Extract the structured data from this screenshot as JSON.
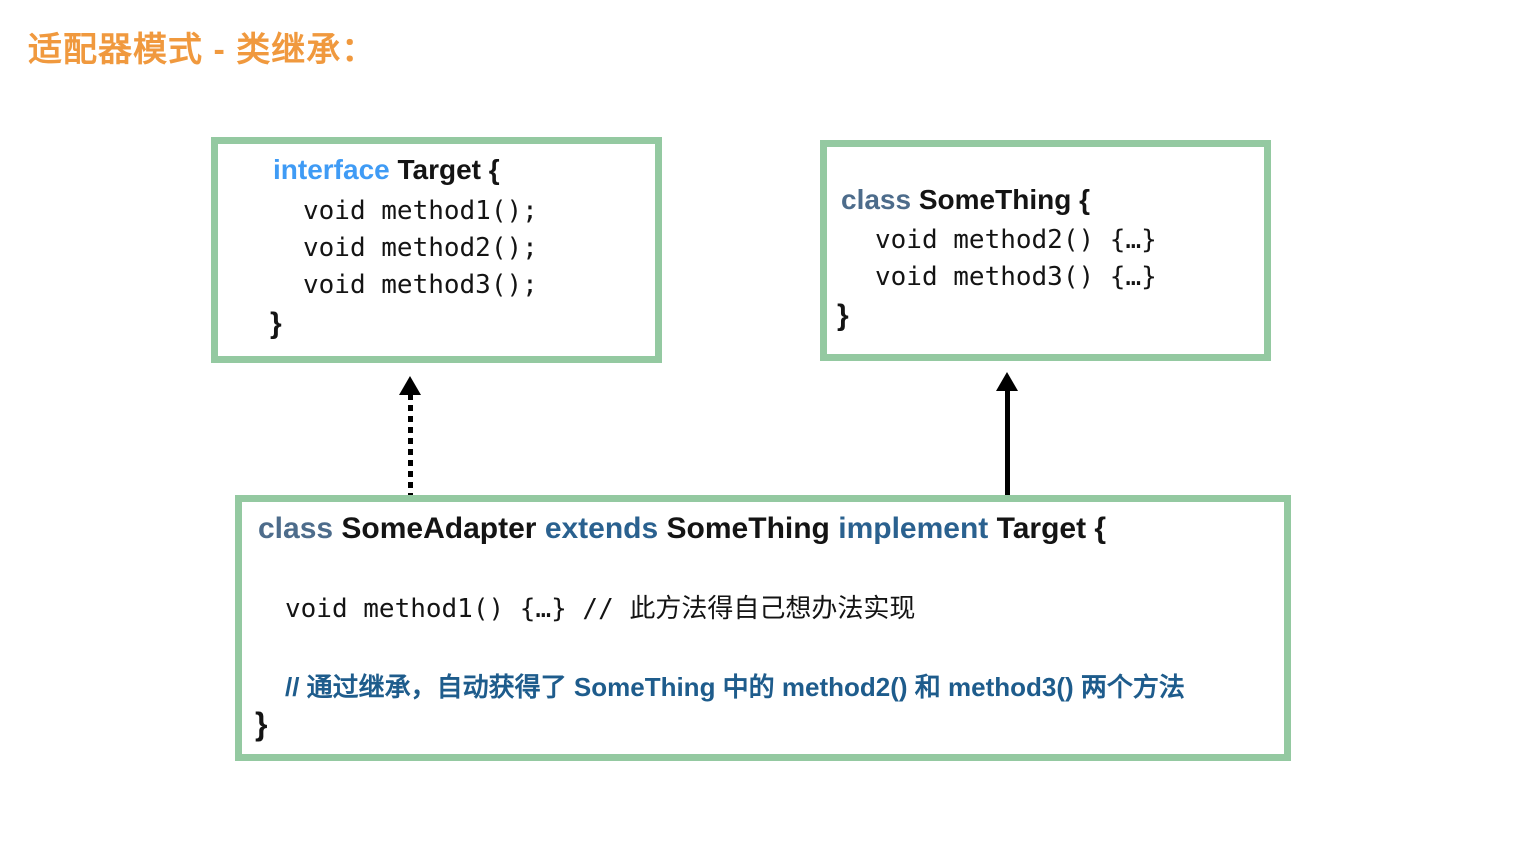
{
  "title": "适配器模式 - 类继承：",
  "colors": {
    "title_orange": "#F0993E",
    "box_border_green": "#94C9A1",
    "keyword_interface_blue": "#3F9BF5",
    "keyword_class_slate": "#4D6C8B",
    "keyword_extends_implement_blue": "#2A618F",
    "comment_blue": "#1E5C8C",
    "code_black": "#141414",
    "arrow_black": "#000000"
  },
  "boxes": {
    "target": {
      "keyword": "interface",
      "name": "Target {",
      "members": [
        "void method1();",
        "void method2();",
        "void method3();"
      ],
      "closing_brace": "}"
    },
    "something": {
      "keyword": "class",
      "name": "SomeThing {",
      "members": [
        "void method2() {…}",
        "void method3() {…}"
      ],
      "closing_brace": "}"
    },
    "adapter": {
      "kw_class": "class",
      "name_adapter": "SomeAdapter",
      "kw_extends": "extends",
      "name_parent": "SomeThing",
      "kw_implement": "implement",
      "name_interface": "Target {",
      "code_line": "void method1() {…} // 此方法得自己想办法实现",
      "comment_line": "// 通过继承，自动获得了 SomeThing 中的 method2() 和 method3() 两个方法",
      "closing_brace": "}"
    }
  },
  "arrows": {
    "implements": {
      "style": "dotted"
    },
    "extends": {
      "style": "solid"
    }
  }
}
